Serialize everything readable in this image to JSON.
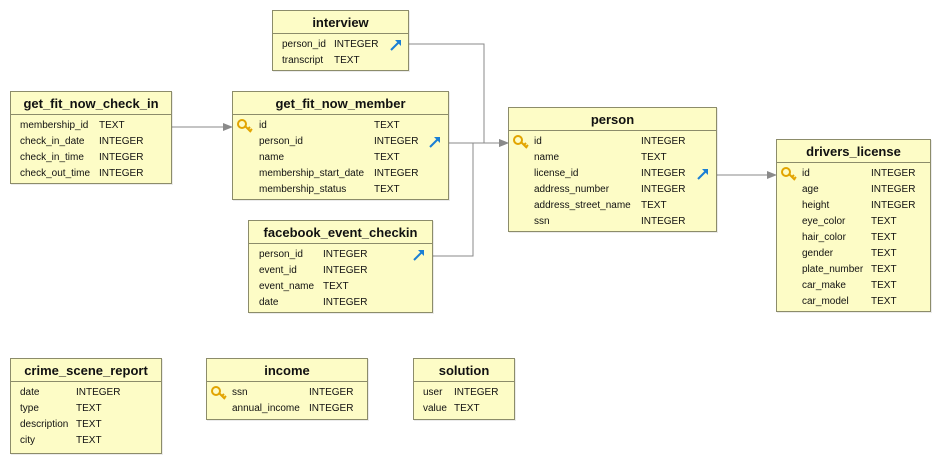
{
  "colors": {
    "table_fill": "#fdfcc6",
    "table_border": "#8c8c6a",
    "connector": "#8a8a8a",
    "key_icon": "#e2a400",
    "link_icon": "#1a7fd4"
  },
  "tables": {
    "interview": {
      "name": "interview",
      "columns": [
        {
          "name": "person_id",
          "type": "INTEGER"
        },
        {
          "name": "transcript",
          "type": "TEXT"
        }
      ],
      "icons": [
        "link-icon"
      ]
    },
    "get_fit_now_check_in": {
      "name": "get_fit_now_check_in",
      "columns": [
        {
          "name": "membership_id",
          "type": "TEXT"
        },
        {
          "name": "check_in_date",
          "type": "INTEGER"
        },
        {
          "name": "check_in_time",
          "type": "INTEGER"
        },
        {
          "name": "check_out_time",
          "type": "INTEGER"
        }
      ]
    },
    "get_fit_now_member": {
      "name": "get_fit_now_member",
      "columns": [
        {
          "name": "id",
          "type": "TEXT"
        },
        {
          "name": "person_id",
          "type": "INTEGER"
        },
        {
          "name": "name",
          "type": "TEXT"
        },
        {
          "name": "membership_start_date",
          "type": "INTEGER"
        },
        {
          "name": "membership_status",
          "type": "TEXT"
        }
      ],
      "icons": [
        "key-icon",
        "link-icon"
      ]
    },
    "person": {
      "name": "person",
      "columns": [
        {
          "name": "id",
          "type": "INTEGER"
        },
        {
          "name": "name",
          "type": "TEXT"
        },
        {
          "name": "license_id",
          "type": "INTEGER"
        },
        {
          "name": "address_number",
          "type": "INTEGER"
        },
        {
          "name": "address_street_name",
          "type": "TEXT"
        },
        {
          "name": "ssn",
          "type": "INTEGER"
        }
      ],
      "icons": [
        "key-icon",
        "link-icon"
      ]
    },
    "drivers_license": {
      "name": "drivers_license",
      "columns": [
        {
          "name": "id",
          "type": "INTEGER"
        },
        {
          "name": "age",
          "type": "INTEGER"
        },
        {
          "name": "height",
          "type": "INTEGER"
        },
        {
          "name": "eye_color",
          "type": "TEXT"
        },
        {
          "name": "hair_color",
          "type": "TEXT"
        },
        {
          "name": "gender",
          "type": "TEXT"
        },
        {
          "name": "plate_number",
          "type": "TEXT"
        },
        {
          "name": "car_make",
          "type": "TEXT"
        },
        {
          "name": "car_model",
          "type": "TEXT"
        }
      ],
      "icons": [
        "key-icon"
      ]
    },
    "facebook_event_checkin": {
      "name": "facebook_event_checkin",
      "columns": [
        {
          "name": "person_id",
          "type": "INTEGER"
        },
        {
          "name": "event_id",
          "type": "INTEGER"
        },
        {
          "name": "event_name",
          "type": "TEXT"
        },
        {
          "name": "date",
          "type": "INTEGER"
        }
      ],
      "icons": [
        "link-icon"
      ]
    },
    "crime_scene_report": {
      "name": "crime_scene_report",
      "columns": [
        {
          "name": "date",
          "type": "INTEGER"
        },
        {
          "name": "type",
          "type": "TEXT"
        },
        {
          "name": "description",
          "type": "TEXT"
        },
        {
          "name": "city",
          "type": "TEXT"
        }
      ]
    },
    "income": {
      "name": "income",
      "columns": [
        {
          "name": "ssn",
          "type": "INTEGER"
        },
        {
          "name": "annual_income",
          "type": "INTEGER"
        }
      ],
      "icons": [
        "key-icon"
      ]
    },
    "solution": {
      "name": "solution",
      "columns": [
        {
          "name": "user",
          "type": "INTEGER"
        },
        {
          "name": "value",
          "type": "TEXT"
        }
      ]
    }
  },
  "relationships": [
    {
      "from": "interview.person_id",
      "to": "person.id"
    },
    {
      "from": "get_fit_now_check_in.membership_id",
      "to": "get_fit_now_member.id"
    },
    {
      "from": "get_fit_now_member.person_id",
      "to": "person.id"
    },
    {
      "from": "facebook_event_checkin.person_id",
      "to": "person.id"
    },
    {
      "from": "person.license_id",
      "to": "drivers_license.id"
    }
  ]
}
